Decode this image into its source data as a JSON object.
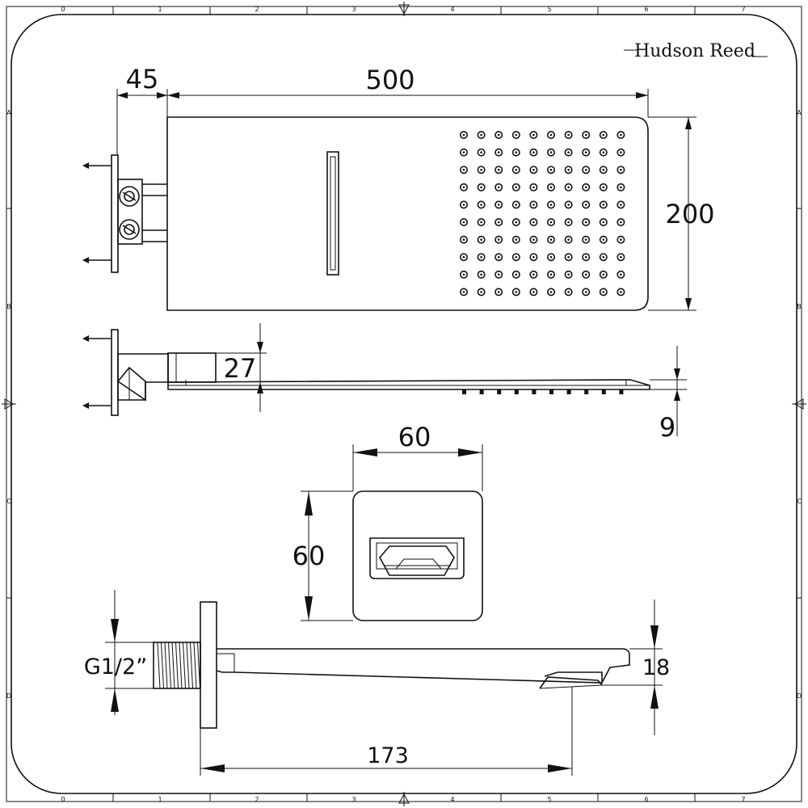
{
  "brand": "Hudson Reed",
  "grid": {
    "columns": [
      "0",
      "1",
      "2",
      "3",
      "4",
      "5",
      "6",
      "7"
    ],
    "rows": [
      "A",
      "B",
      "C",
      "D"
    ]
  },
  "dimensions": {
    "arm_length": "45",
    "head_width": "500",
    "head_height": "200",
    "head_depth": "27",
    "nozzle_height": "9",
    "plate_width": "60",
    "plate_height": "60",
    "thread": "G1/2”",
    "spout_height": "18",
    "spout_length": "173"
  }
}
